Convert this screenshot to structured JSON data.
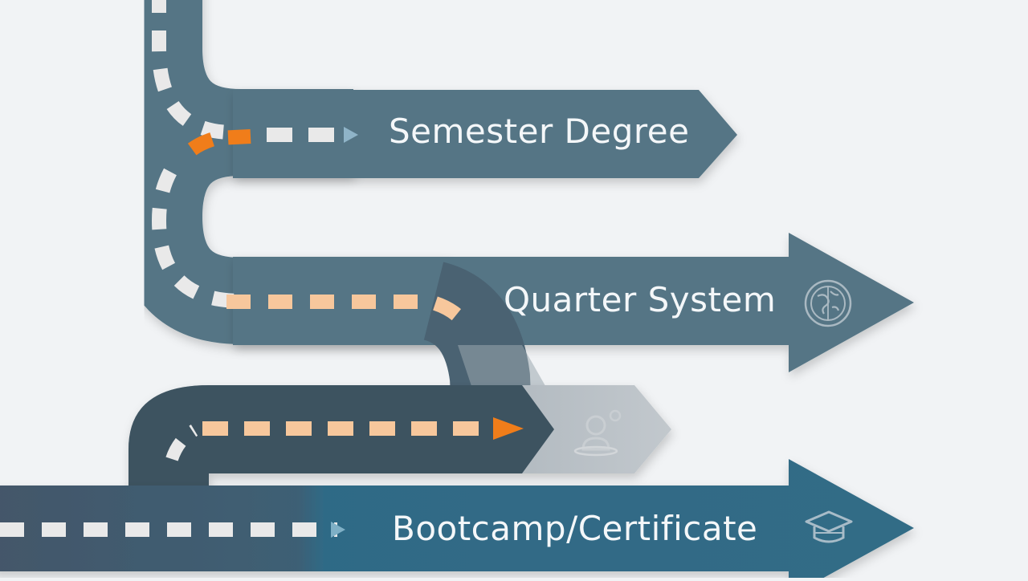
{
  "routes": [
    {
      "id": "semester",
      "label": "Semester Degree",
      "icon": "none"
    },
    {
      "id": "quarter",
      "label": "Quarter System",
      "icon": "globe-icon"
    },
    {
      "id": "alternative",
      "label": "",
      "icon": "person-location-icon"
    },
    {
      "id": "bootcamp",
      "label": "Bootcamp/Certificate",
      "icon": "graduation-cap-icon"
    }
  ],
  "colors": {
    "background": "#f1f3f5",
    "road": "#557585",
    "road_dark": "#3d5361",
    "road_teal": "#36677f",
    "road_faded": "#b8bfc5",
    "dash_white": "#e9e9e9",
    "dash_orange": "#f07d1a",
    "dash_peach": "#f7c79c"
  }
}
